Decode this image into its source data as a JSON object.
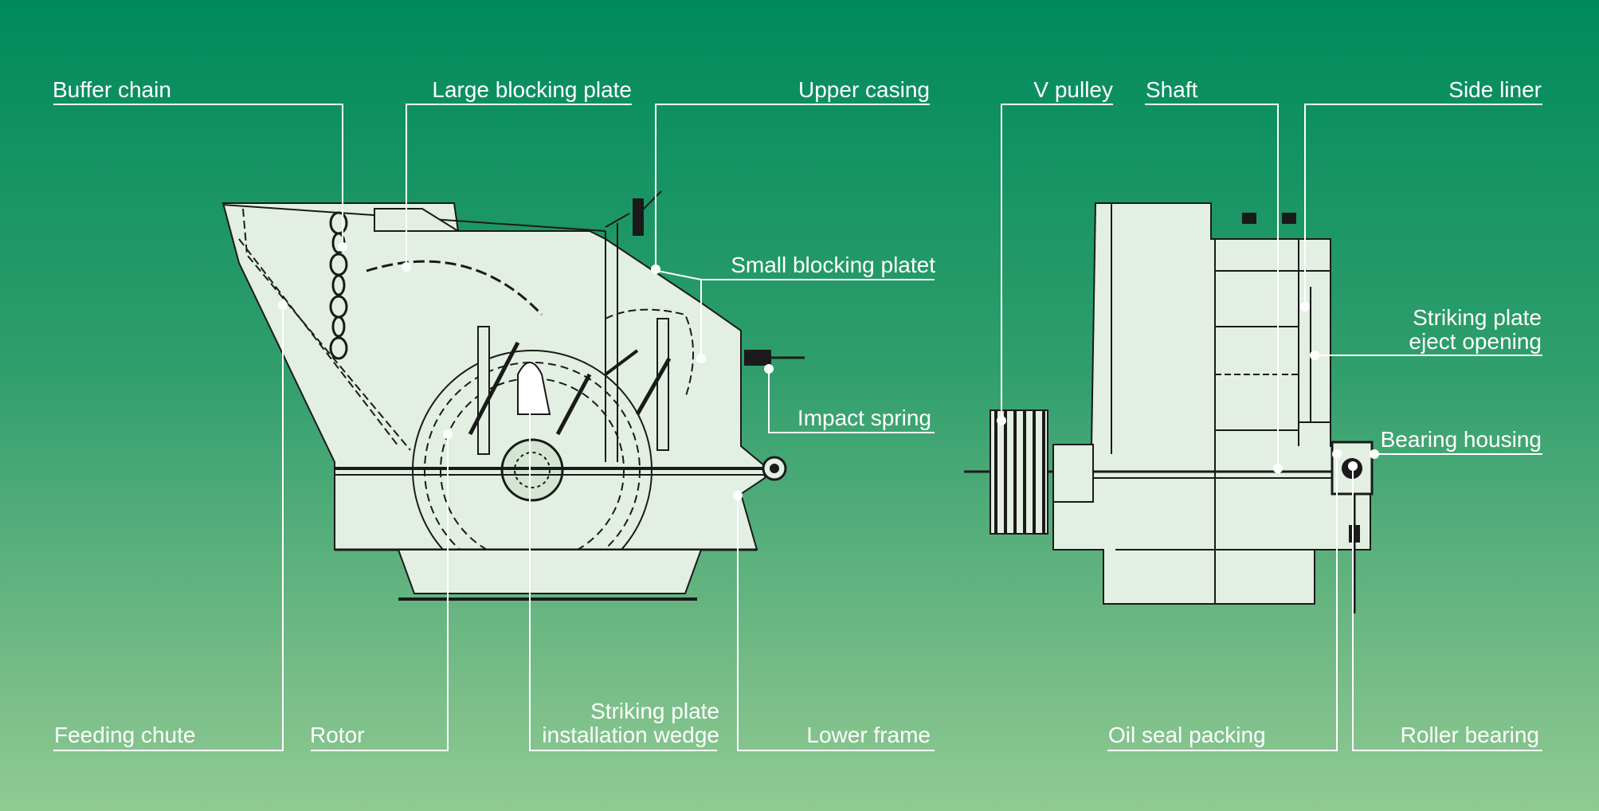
{
  "labels": {
    "buffer_chain": "Buffer chain",
    "large_blocking_plate": "Large blocking plate",
    "upper_casing": "Upper casing",
    "small_blocking_plate": "Small blocking platet",
    "impact_spring": "Impact spring",
    "feeding_chute": "Feeding chute",
    "rotor": "Rotor",
    "striking_plate_wedge": [
      "Striking plate",
      "installation wedge"
    ],
    "lower_frame": "Lower frame",
    "v_pulley": "V pulley",
    "shaft": "Shaft",
    "side_liner": "Side liner",
    "striking_plate_eject": [
      "Striking plate",
      "eject opening"
    ],
    "bearing_housing": "Bearing housing",
    "oil_seal_packing": "Oil seal packing",
    "roller_bearing": "Roller bearing"
  },
  "colors": {
    "background_top": "#008a5c",
    "background_bottom": "#8fcb93",
    "machine_fill": "#e2efe2",
    "drawing_line": "#1a1a1a",
    "leader_line": "#ffffff"
  }
}
